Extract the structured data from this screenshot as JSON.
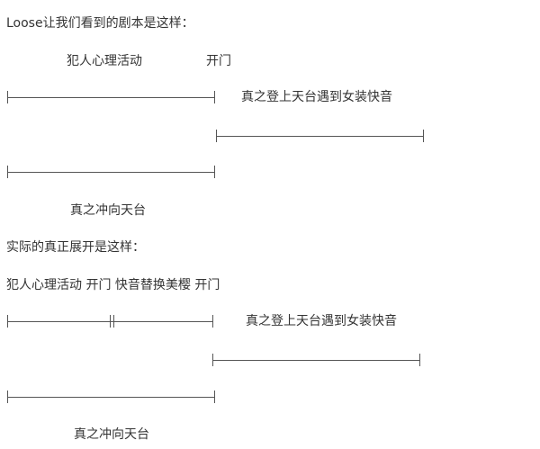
{
  "section1": {
    "heading": "Loose让我们看到的剧本是这样：",
    "label_left": "犯人心理活动",
    "label_right": "开门",
    "line1_text": "真之登上天台遇到女装快音",
    "bottom_text": "真之冲向天台"
  },
  "section2": {
    "heading": "实际的真正展开是这样：",
    "labels": "犯人心理活动   开门 快音替换美樱 开门",
    "line1_text": "真之登上天台遇到女装快音",
    "bottom_text": "真之冲向天台"
  }
}
